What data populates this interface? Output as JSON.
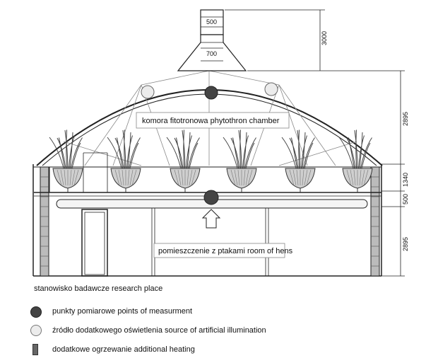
{
  "labels": {
    "chimney_top_width": "500",
    "chimney_bottom_width": "700",
    "chimney_height": "3000",
    "phytotron": "komora fitotronowa  phytothron chamber",
    "hens_room": "pomieszczenie z ptakami   room of hens",
    "dim_upper": "2895",
    "dim_pots": "1340",
    "dim_floor": "500",
    "dim_lower": "2895"
  },
  "caption": "stanowisko badawcze research place",
  "legend": [
    {
      "symbol": "dark-dot-icon",
      "text": "punkty pomiarowe  points of measurment"
    },
    {
      "symbol": "light-dot-icon",
      "text": "źródło dodatkowego oświetlenia  source of artificial illumination"
    },
    {
      "symbol": "heater-icon",
      "text": "dodatkowe ogrzewanie  additional heating"
    }
  ]
}
